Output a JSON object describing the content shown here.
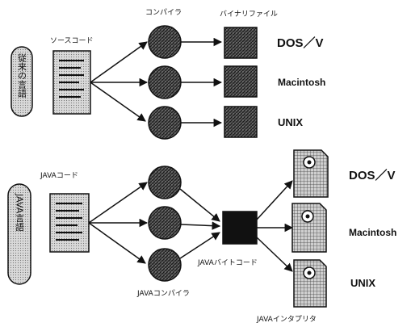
{
  "colors": {
    "ink": "#111111",
    "paper": "#ffffff",
    "dark_fill": "#2a2a2a",
    "doc_fill": "#e6e6e6",
    "pill_fill": "#bdbdbd"
  },
  "icons": {
    "compiler": "circle-hatched",
    "binary": "square-hatched",
    "bytecode": "square-solid",
    "interpreter": "document-with-gear",
    "source": "document-lines"
  },
  "top_section": {
    "side_label": "従来の言語",
    "source_label": "ソースコード",
    "compiler_label": "コンパイラ",
    "binary_label": "バイナリファイル",
    "platforms": [
      "DOS／V",
      "Macintosh",
      "UNIX"
    ]
  },
  "bottom_section": {
    "side_label": "JAVA言語",
    "source_label": "JAVAコード",
    "compiler_label": "JAVAコンパイラ",
    "bytecode_label": "JAVAバイトコード",
    "interpreter_label": "JAVAインタプリタ",
    "platforms": [
      "DOS／V",
      "Macintosh",
      "UNIX"
    ]
  }
}
